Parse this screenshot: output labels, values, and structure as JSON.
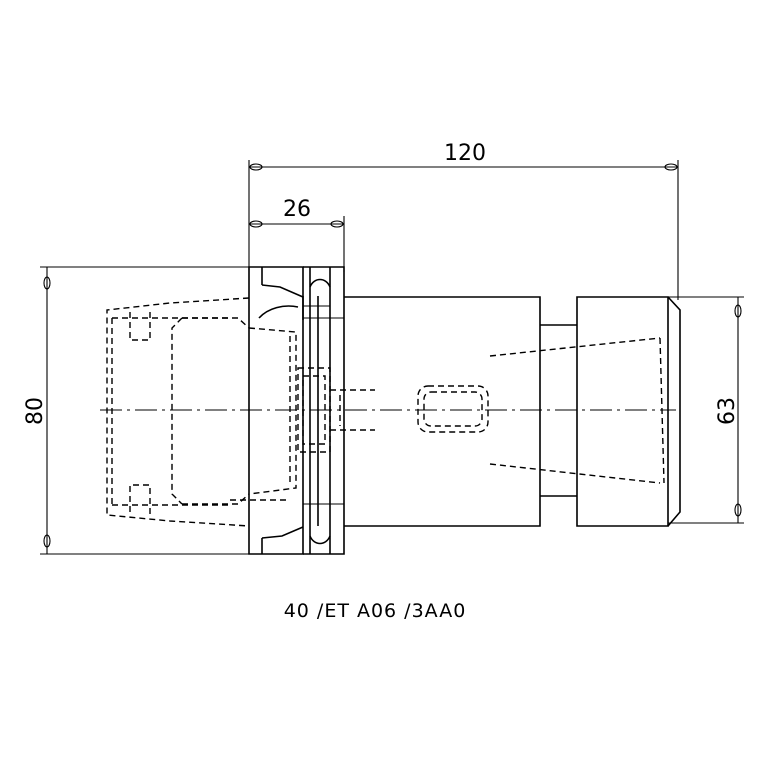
{
  "dimensions": {
    "overall_length": "120",
    "flange_length": "26",
    "flange_diameter": "80",
    "nose_diameter": "63"
  },
  "caption": "40 /ET A06 /3AA0"
}
